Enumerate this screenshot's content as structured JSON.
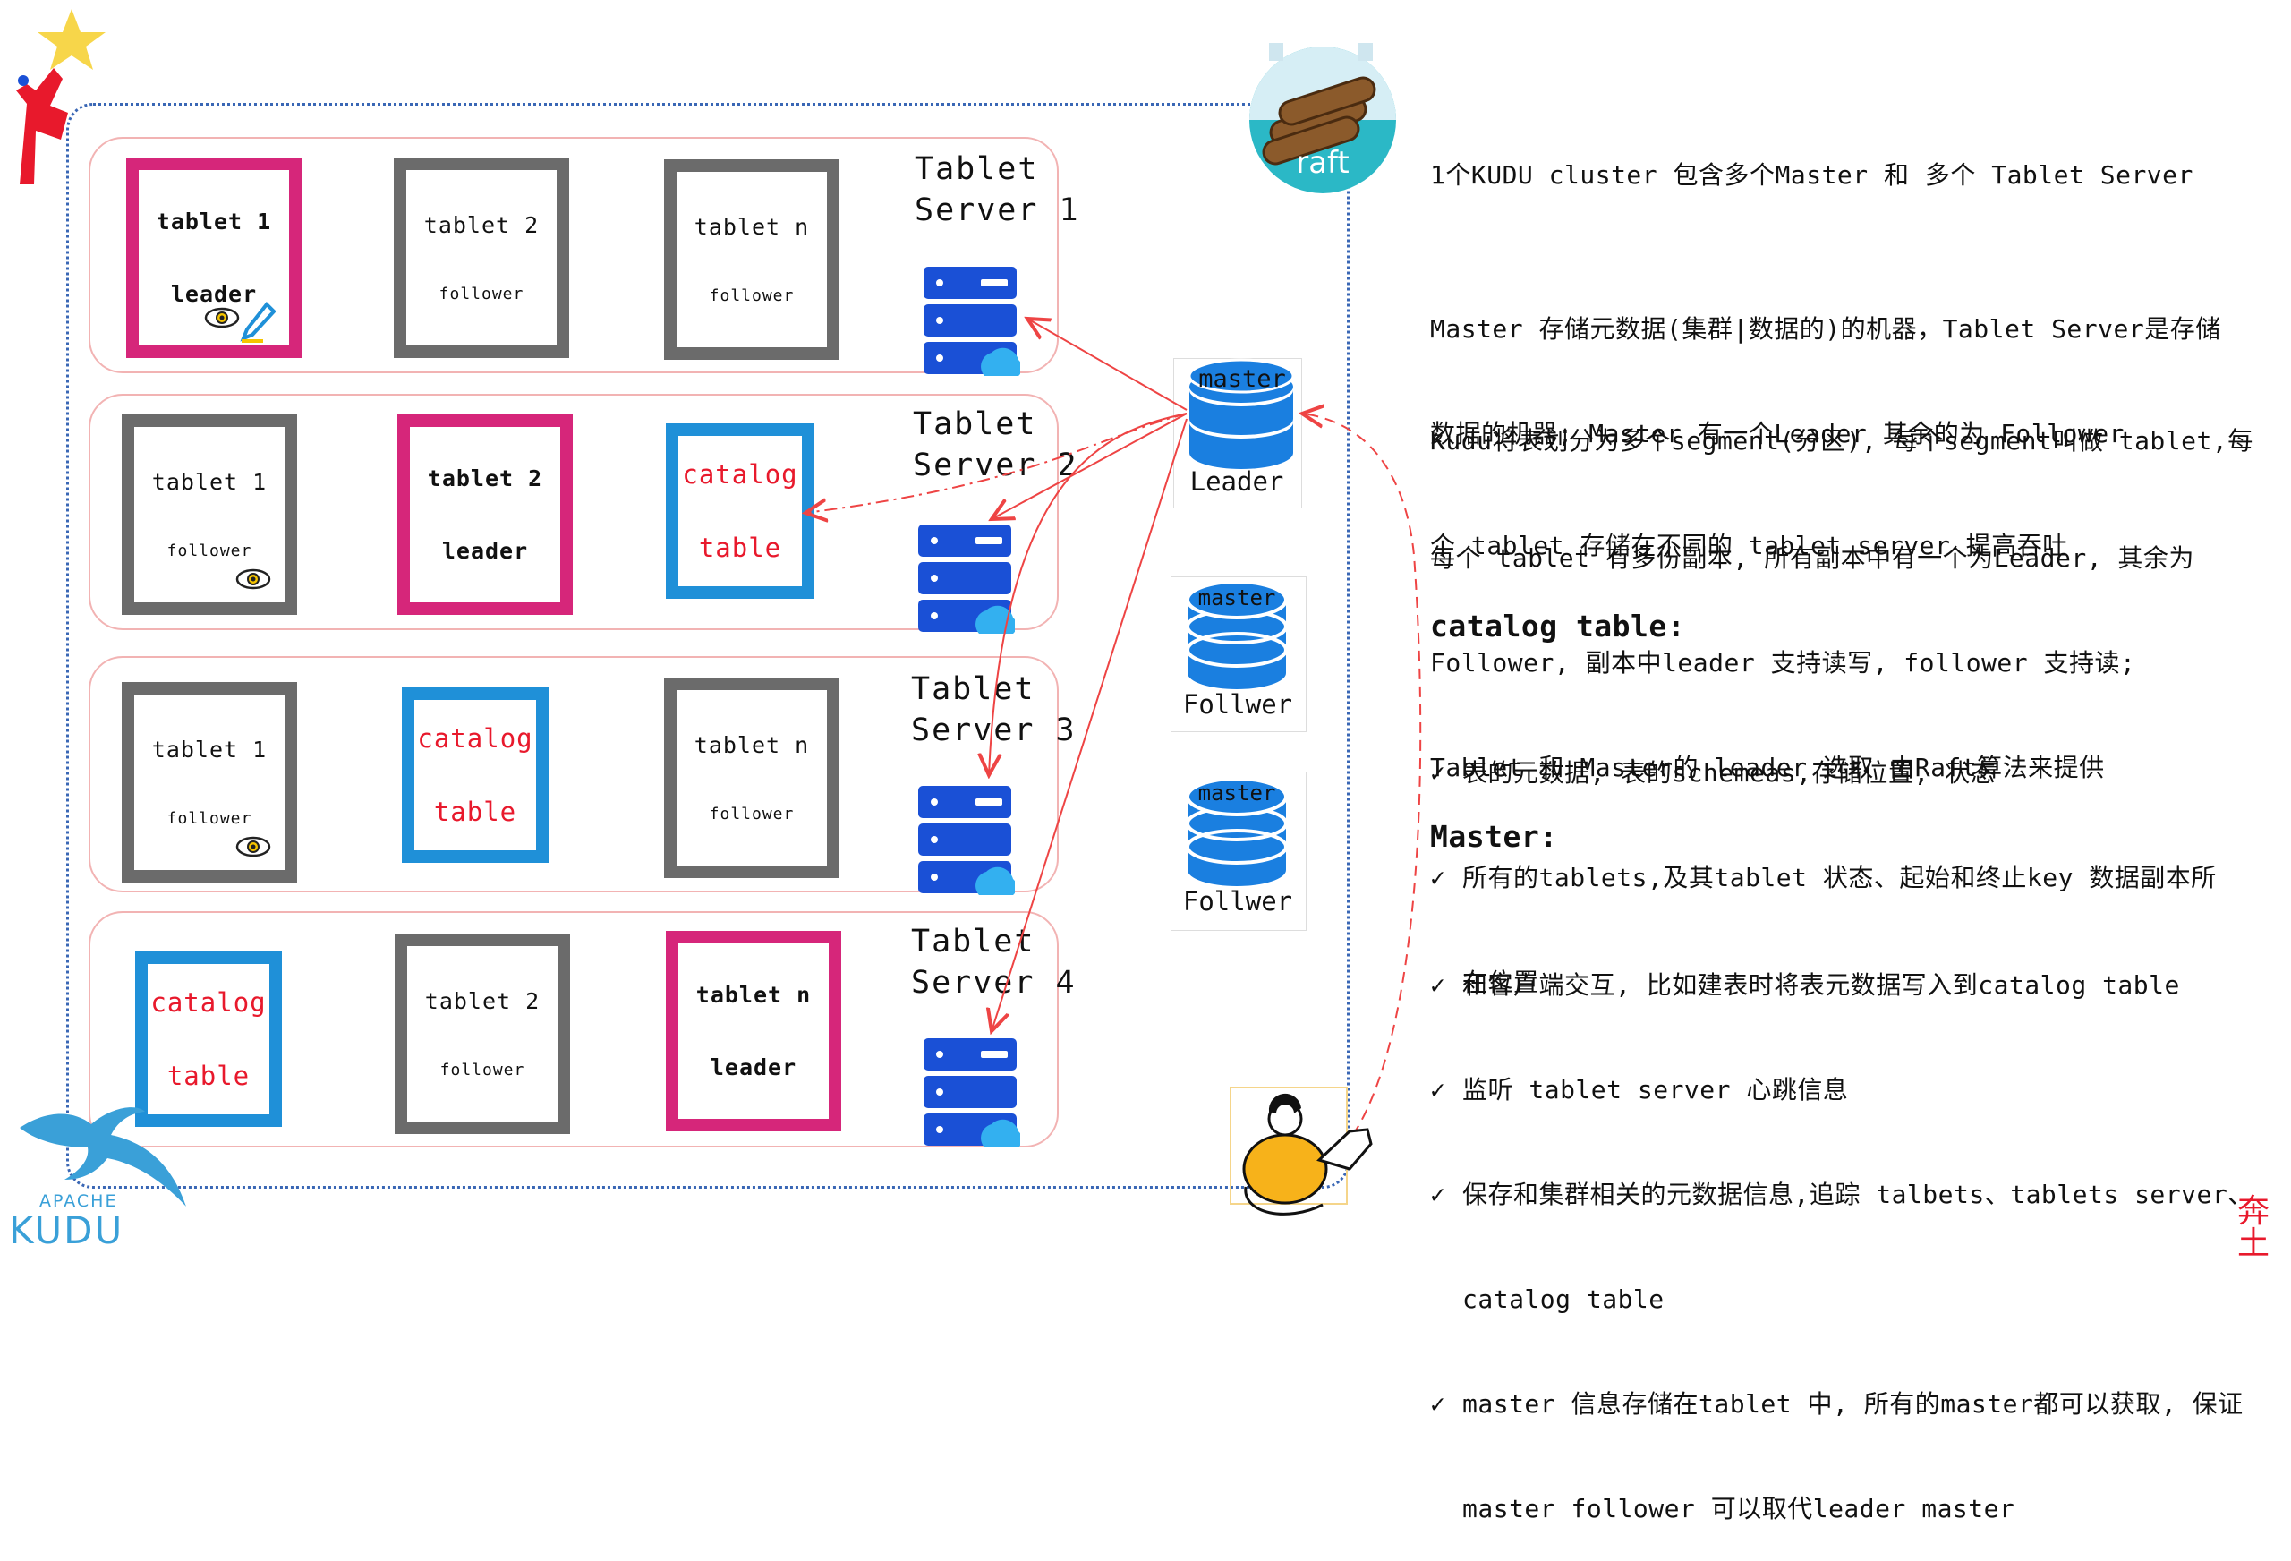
{
  "servers": [
    {
      "label_line1": "Tablet",
      "label_line2": "Server 1",
      "tablets": [
        {
          "name": "tablet 1",
          "role": "leader",
          "kind": "leader"
        },
        {
          "name": "tablet 2",
          "role": "follower",
          "kind": "normal"
        },
        {
          "name": "tablet n",
          "role": "follower",
          "kind": "normal"
        }
      ]
    },
    {
      "label_line1": "Tablet",
      "label_line2": "Server 2",
      "tablets": [
        {
          "name": "tablet 1",
          "role": "follower",
          "kind": "normal"
        },
        {
          "name": "tablet 2",
          "role": "leader",
          "kind": "leader"
        },
        {
          "name": "catalog",
          "role": "table",
          "kind": "catalog"
        }
      ]
    },
    {
      "label_line1": "Tablet",
      "label_line2": "Server 3",
      "tablets": [
        {
          "name": "tablet 1",
          "role": "follower",
          "kind": "normal"
        },
        {
          "name": "catalog",
          "role": "table",
          "kind": "catalog"
        },
        {
          "name": "tablet n",
          "role": "follower",
          "kind": "normal"
        }
      ]
    },
    {
      "label_line1": "Tablet",
      "label_line2": "Server 4",
      "tablets": [
        {
          "name": "catalog",
          "role": "table",
          "kind": "catalog"
        },
        {
          "name": "tablet 2",
          "role": "follower",
          "kind": "normal"
        },
        {
          "name": "tablet n",
          "role": "leader",
          "kind": "leader"
        }
      ]
    }
  ],
  "masters": [
    {
      "db_label": "master",
      "caption": "Leader"
    },
    {
      "db_label": "master",
      "caption": "Follwer"
    },
    {
      "db_label": "master",
      "caption": "Follwer"
    }
  ],
  "raft_logo": {
    "text": "raft"
  },
  "kudu_logo": {
    "line1": "APACHE",
    "line2": "KUDU"
  },
  "seal_text": "奔土",
  "notes": {
    "intro": "1个KUDU cluster 包含多个Master 和 多个 Tablet Server",
    "master_desc_1": "Master 存储元数据(集群|数据的)的机器，Tablet Server是存储",
    "master_desc_2": "数据的机器; Master 有一个Leader 其余的为 Follower",
    "segment_1": "Kudu将表划分为多个segment(分区), 每个segment叫做 tablet,每",
    "segment_2": "个 tablet 存储在不同的 tablet server 提高吞吐",
    "replica_1": "每个 tablet 有多份副本, 所有副本中有一个为Leader, 其余为",
    "replica_2": "Follower, 副本中leader 支持读写, follower 支持读;",
    "replica_3": "Tablet 和 Master的 leader 选取 由Raft算法来提供",
    "catalog_heading": "catalog table:",
    "catalog_items": [
      "表的元数据, 表的schemeas,存储位置, 状态",
      "所有的tablets,及其tablet 状态、起始和终止key 数据副本所",
      "在位置"
    ],
    "master_heading": "Master:",
    "master_items": [
      "和客户端交互, 比如建表时将表元数据写入到catalog table",
      "监听 tablet server 心跳信息",
      "保存和集群相关的元数据信息,追踪 talbets、tablets server、",
      "catalog table",
      "master 信息存储在tablet 中, 所有的master都可以获取, 保证",
      "master follower 可以取代leader master"
    ],
    "check_symbol": "✓"
  },
  "colors": {
    "leader_border": "#d6267a",
    "follower_border": "#6b6b6b",
    "catalog_border": "#1f90d8",
    "catalog_text": "#e8192c",
    "server_blue": "#1a50d6",
    "db_blue": "#1a7fe0",
    "arrow_red": "#ee4444",
    "cluster_border": "#3a67b5"
  }
}
